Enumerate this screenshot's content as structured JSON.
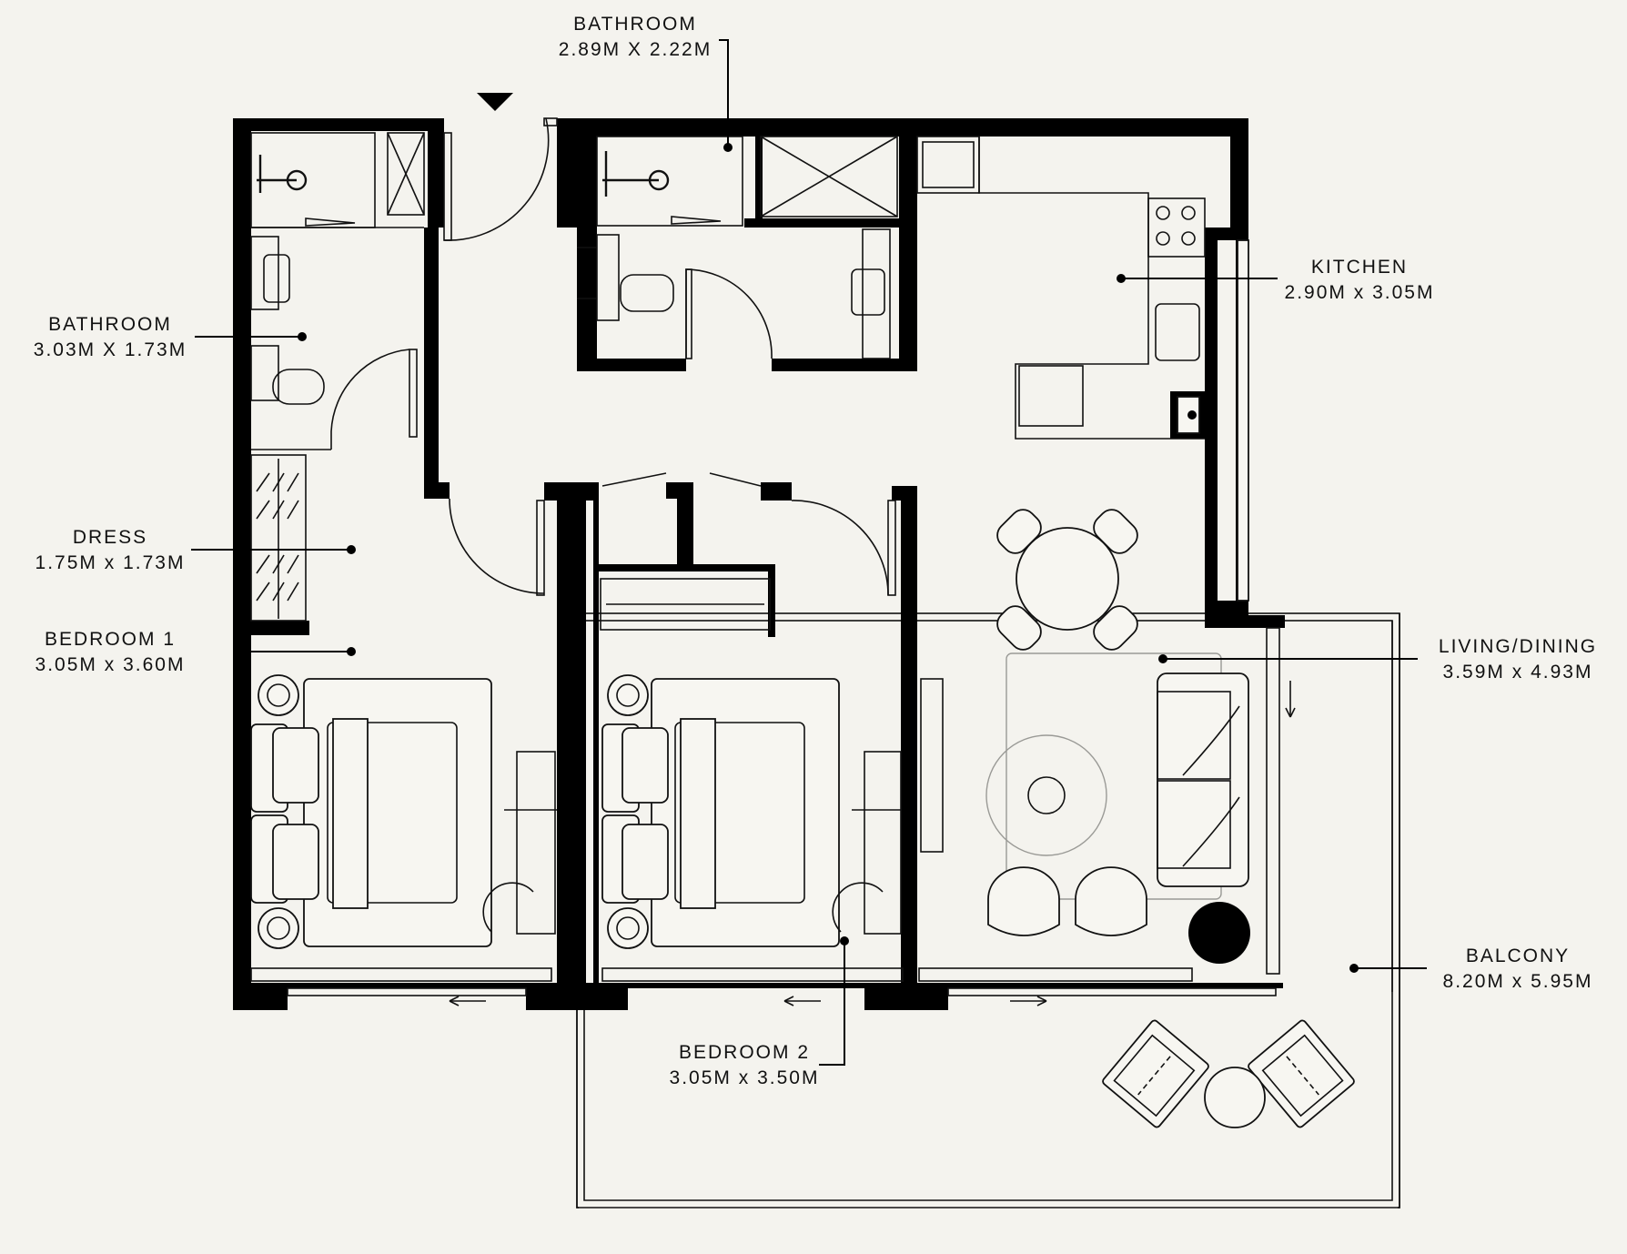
{
  "entrance_icon": "triangle-down-icon",
  "rooms": [
    {
      "key": "bathroom-top",
      "name": "BATHROOM",
      "size": "2.89M X 2.22M"
    },
    {
      "key": "bathroom-left",
      "name": "BATHROOM",
      "size": "3.03M X 1.73M"
    },
    {
      "key": "kitchen",
      "name": "KITCHEN",
      "size": "2.90M x 3.05M"
    },
    {
      "key": "dress",
      "name": "DRESS",
      "size": "1.75M x 1.73M"
    },
    {
      "key": "bedroom-1",
      "name": "BEDROOM 1",
      "size": "3.05M x 3.60M"
    },
    {
      "key": "living-dining",
      "name": "LIVING/DINING",
      "size": "3.59M x 4.93M"
    },
    {
      "key": "balcony",
      "name": "BALCONY",
      "size": "8.20M x 5.95M"
    },
    {
      "key": "bedroom-2",
      "name": "BEDROOM 2",
      "size": "3.05M x 3.50M"
    }
  ]
}
